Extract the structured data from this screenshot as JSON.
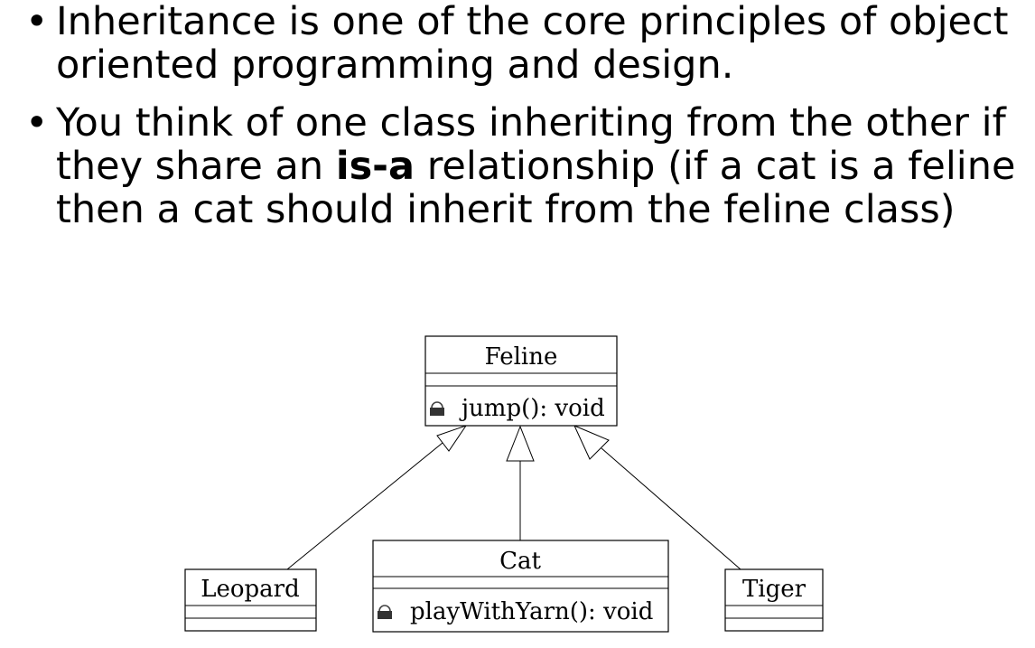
{
  "bullets": [
    {
      "bullet": "•",
      "text": "Inheritance is one of the core principles of object oriented programming and design."
    },
    {
      "bullet": "•",
      "pre": "You think of one class inheriting from the other if they share an ",
      "bold": "is-a",
      "post": " relationship (if a cat is a feline then a cat should inherit from the feline class)"
    }
  ],
  "uml": {
    "feline": {
      "name": "Feline",
      "method": "jump(): void",
      "method_icon": "lock-icon"
    },
    "cat": {
      "name": "Cat",
      "method": "playWithYarn(): void",
      "method_icon": "lock-icon"
    },
    "leopard": {
      "name": "Leopard"
    },
    "tiger": {
      "name": "Tiger"
    }
  }
}
